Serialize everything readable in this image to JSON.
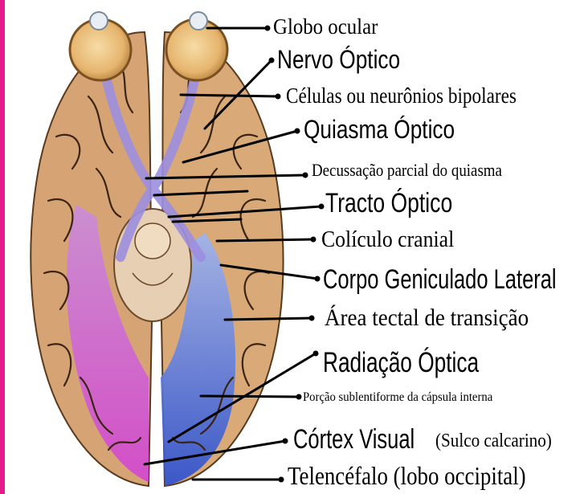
{
  "colors": {
    "frame": "#e51b8c",
    "brain": "#d9a876",
    "sulcus": "#3a2414",
    "visual_pathway": "#9d8fe0",
    "optic_radiation": "#3f63d6",
    "cortex_magenta": "#b23fd0",
    "leader_line": "#000000"
  },
  "labels": {
    "globo_ocular": "Globo ocular",
    "nervo_optico": "Nervo Óptico",
    "celulas_bipolares": "Células ou neurônios bipolares",
    "quiasma_optico": "Quiasma Óptico",
    "decussacao": "Decussação parcial do quiasma",
    "tracto_optico": "Tracto Óptico",
    "coliculo_cranial": "Colículo cranial",
    "corpo_geniculado": "Corpo Geniculado Lateral",
    "area_tectal": "Área tectal de transição",
    "radiacao_optica": "Radiação Óptica",
    "porcao_sublentiforme": "Porção sublentiforme da cápsula interna",
    "cortex_visual": "Córtex Visual",
    "sulco_calcarino": "(Sulco calcarino)",
    "telencefalo": "Telencéfalo (lobo occipital)"
  }
}
